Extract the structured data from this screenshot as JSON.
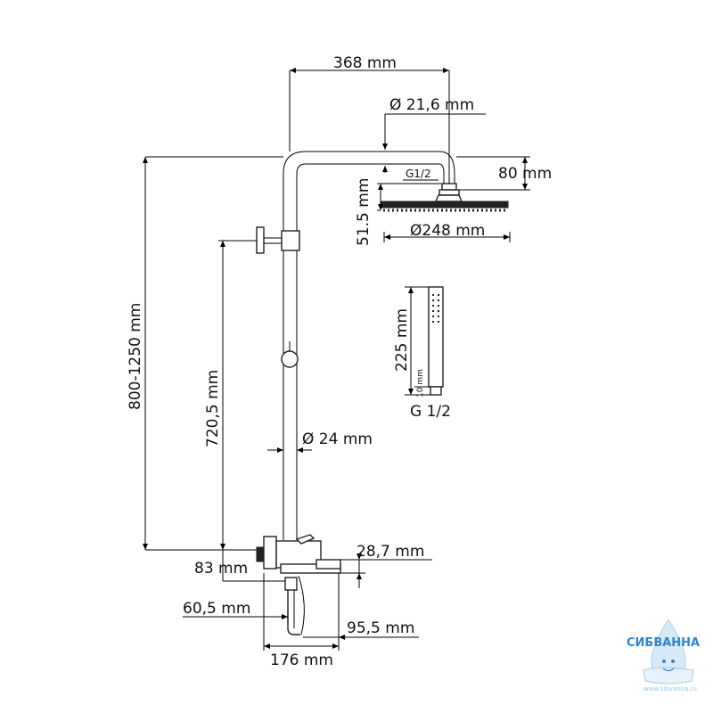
{
  "dimensions": {
    "top_width": "368 mm",
    "arm_diameter": "Ø 21,6 mm",
    "head_offset": "80 mm",
    "head_height": "51.5 mm",
    "head_diameter": "Ø248 mm",
    "total_height": "800-1250 mm",
    "holder_height": "720,5 mm",
    "pipe_diameter": "Ø 24 mm",
    "handshower_length": "225 mm",
    "handshower_nut": "10 mm",
    "handshower_thread": "G 1/2",
    "head_thread": "G1/2",
    "spout_height": "28,7 mm",
    "mixer_height": "83 mm",
    "outlet_offset": "60,5 mm",
    "spout_reach": "95,5 mm",
    "mixer_width": "176 mm"
  },
  "watermark": {
    "brand": "СИБВАННА",
    "url": "www.sibvanna.ru",
    "colors": {
      "primary": "#2f86c9",
      "light": "#9cc6e6"
    }
  }
}
